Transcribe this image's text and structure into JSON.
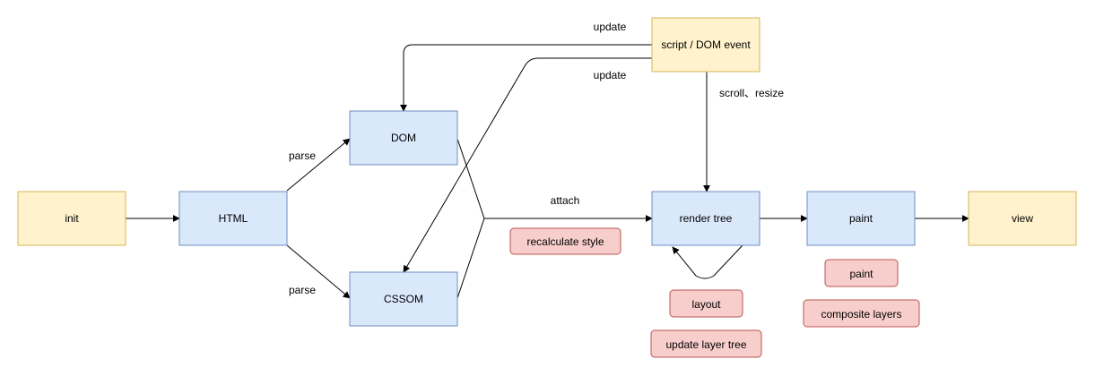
{
  "colors": {
    "yellow_fill": "#fff2cc",
    "yellow_stroke": "#d6b656",
    "blue_fill": "#dae8fc",
    "blue_stroke": "#6c8ebf",
    "red_fill": "#f8cecc",
    "red_stroke": "#b85450",
    "edge": "#000000"
  },
  "nodes": {
    "init": "init",
    "html": "HTML",
    "dom": "DOM",
    "cssom": "CSSOM",
    "script_event": "script / DOM event",
    "render_tree": "render tree",
    "paint": "paint",
    "view": "view"
  },
  "notes": {
    "recalculate_style": "recalculate style",
    "layout": "layout",
    "update_layer_tree": "update layer tree",
    "paint": "paint",
    "composite_layers": "composite layers"
  },
  "edge_labels": {
    "update_to_dom": "update",
    "update_to_cssom": "update",
    "scroll_resize": "scroll、resize",
    "parse_dom": "parse",
    "parse_cssom": "parse",
    "attach": "attach"
  }
}
